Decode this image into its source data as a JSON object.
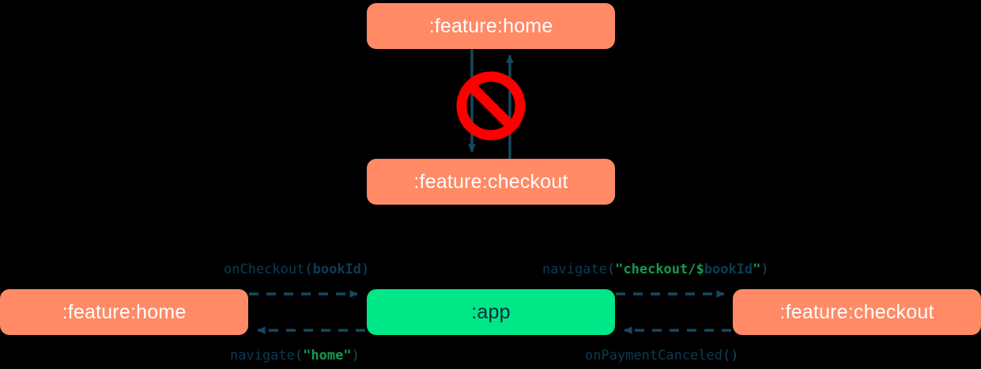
{
  "diagram": {
    "title": "module-navigation-diagram",
    "colors": {
      "background": "#000000",
      "feature_module": "#FF8A65",
      "app_module": "#00E787",
      "arrow": "#17495E",
      "forbidden": "#FF0000",
      "code_identifier": "#0B3C54",
      "code_string": "#159A4E"
    },
    "top_section": {
      "nodes": [
        {
          "id": "home-top",
          "label": ":feature:home",
          "type": "feature"
        },
        {
          "id": "checkout-top",
          "label": ":feature:checkout",
          "type": "feature"
        }
      ],
      "edges": [
        {
          "from": "home-top",
          "to": "checkout-top",
          "direction": "down",
          "style": "solid"
        },
        {
          "from": "checkout-top",
          "to": "home-top",
          "direction": "up",
          "style": "solid"
        }
      ],
      "badge": {
        "name": "no-entry-icon",
        "meaning": "forbidden"
      }
    },
    "bottom_section": {
      "nodes": [
        {
          "id": "home-bottom",
          "label": ":feature:home",
          "type": "feature"
        },
        {
          "id": "app",
          "label": ":app",
          "type": "app"
        },
        {
          "id": "checkout-bottom",
          "label": ":feature:checkout",
          "type": "feature"
        }
      ],
      "edges": [
        {
          "id": "onCheckout",
          "from": "home-bottom",
          "to": "app",
          "direction": "right",
          "style": "dashed",
          "label_plain": "onCheckout(bookId)",
          "tokens": [
            {
              "text": "onCheckout",
              "kind": "fn"
            },
            {
              "text": "(",
              "kind": "punct"
            },
            {
              "text": "bookId",
              "kind": "id"
            },
            {
              "text": ")",
              "kind": "punct"
            }
          ]
        },
        {
          "id": "navigateCheckout",
          "from": "app",
          "to": "checkout-bottom",
          "direction": "right",
          "style": "dashed",
          "label_plain": "navigate(\"checkout/$bookId\")",
          "tokens": [
            {
              "text": "navigate",
              "kind": "fn"
            },
            {
              "text": "(",
              "kind": "punct"
            },
            {
              "text": "\"checkout/$",
              "kind": "str"
            },
            {
              "text": "bookId",
              "kind": "id"
            },
            {
              "text": "\"",
              "kind": "str"
            },
            {
              "text": ")",
              "kind": "punct"
            }
          ]
        },
        {
          "id": "navigateHome",
          "from": "app",
          "to": "home-bottom",
          "direction": "left",
          "style": "dashed",
          "label_plain": "navigate(\"home\")",
          "tokens": [
            {
              "text": "navigate",
              "kind": "fn"
            },
            {
              "text": "(",
              "kind": "punct"
            },
            {
              "text": "\"home\"",
              "kind": "str"
            },
            {
              "text": ")",
              "kind": "punct"
            }
          ]
        },
        {
          "id": "onPaymentCanceled",
          "from": "checkout-bottom",
          "to": "app",
          "direction": "left",
          "style": "dashed",
          "label_plain": "onPaymentCanceled()",
          "tokens": [
            {
              "text": "onPaymentCanceled",
              "kind": "fn"
            },
            {
              "text": "()",
              "kind": "punct"
            }
          ]
        }
      ]
    }
  }
}
